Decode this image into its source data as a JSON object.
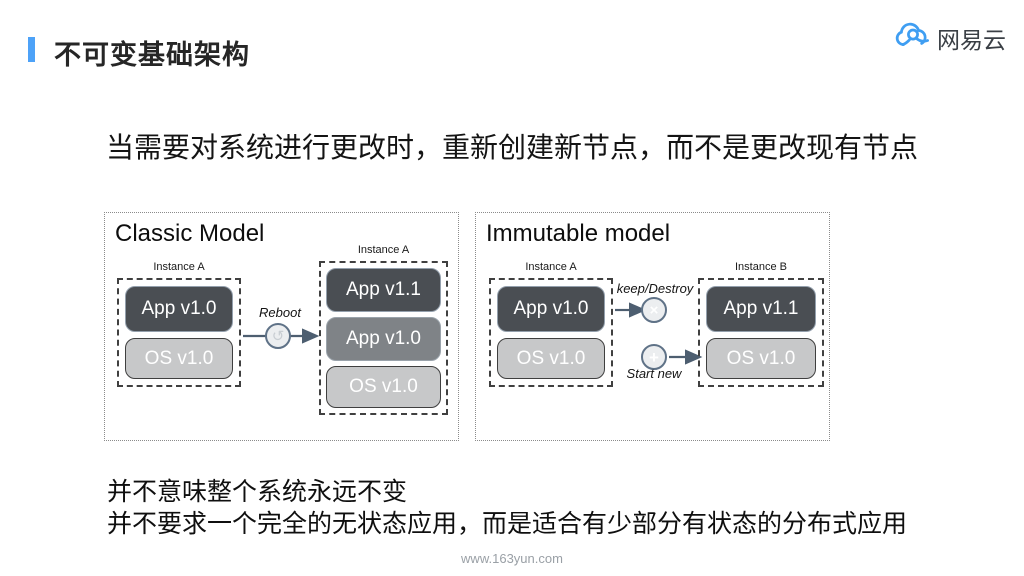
{
  "colors": {
    "accent": "#4da2f8",
    "logo_blue": "#3f9ef2",
    "layer_dark": "#4a4e53",
    "layer_medium": "#7f8387",
    "layer_light": "#c7c8c9",
    "arrow": "#4d5e70"
  },
  "header": {
    "title": "不可变基础架构",
    "logo_text": "网易云"
  },
  "heading": "当需要对系统进行更改时，重新创建新节点，而不是更改现有节点",
  "classic": {
    "title": "Classic Model",
    "before": {
      "label": "Instance A",
      "layers": [
        "App v1.0",
        "OS v1.0"
      ]
    },
    "arrow_label": "Reboot",
    "after": {
      "label": "Instance A",
      "layers": [
        "App v1.1",
        "App v1.0",
        "OS v1.0"
      ]
    }
  },
  "immutable": {
    "title": "Immutable model",
    "before": {
      "label": "Instance A",
      "layers": [
        "App v1.0",
        "OS v1.0"
      ]
    },
    "destroy_label": "keep/Destroy",
    "start_label": "Start new",
    "after": {
      "label": "Instance B",
      "layers": [
        "App v1.1",
        "OS v1.0"
      ]
    }
  },
  "icons": {
    "reboot": "↺",
    "destroy": "×",
    "start": "+"
  },
  "notes": {
    "line1": "并不意味整个系统永远不变",
    "line2": "并不要求一个完全的无状态应用，而是适合有少部分有状态的分布式应用"
  },
  "footer": "www.163yun.com"
}
